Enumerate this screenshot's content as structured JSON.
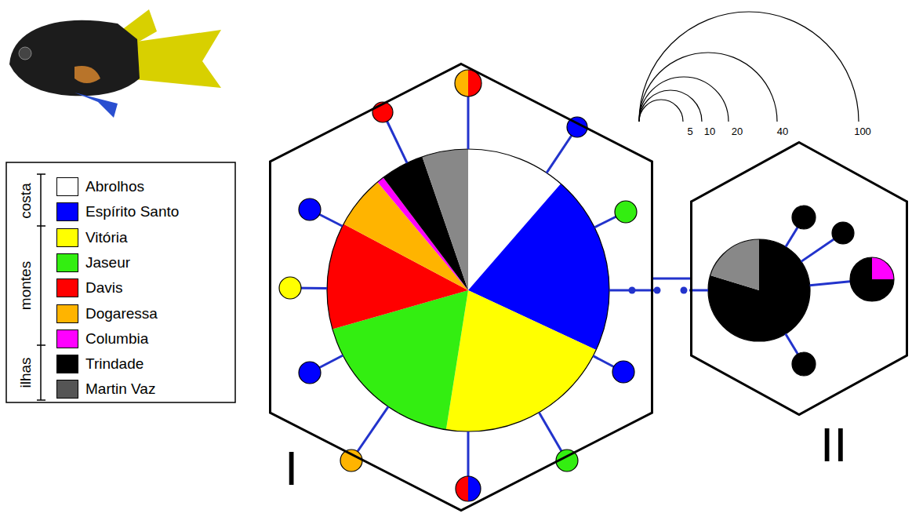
{
  "diagram": {
    "nodes": [
      {
        "text": [
          "I"
        ]
      },
      {
        "text": [
          "II"
        ]
      }
    ],
    "edges": [
      {
        "from": 0,
        "to": 1,
        "arrow": "none"
      }
    ],
    "labels": [
      "costa",
      "montes",
      "ilhas",
      "5",
      "10",
      "20",
      "40",
      "100"
    ],
    "legend": [
      {
        "text": "Abrolhos",
        "color": "#ffffff"
      },
      {
        "text": "Espírito Santo",
        "color": "#0000ff"
      },
      {
        "text": "Vitória",
        "color": "#ffff00"
      },
      {
        "text": "Jaseur",
        "color": "#33ee11"
      },
      {
        "text": "Davis",
        "color": "#ff0000"
      },
      {
        "text": "Dogaressa",
        "color": "#ffb400"
      },
      {
        "text": "Columbia",
        "color": "#ff00ff"
      },
      {
        "text": "Trindade",
        "color": "#000000"
      },
      {
        "text": "Martin Vaz",
        "color": "#555555"
      }
    ]
  }
}
